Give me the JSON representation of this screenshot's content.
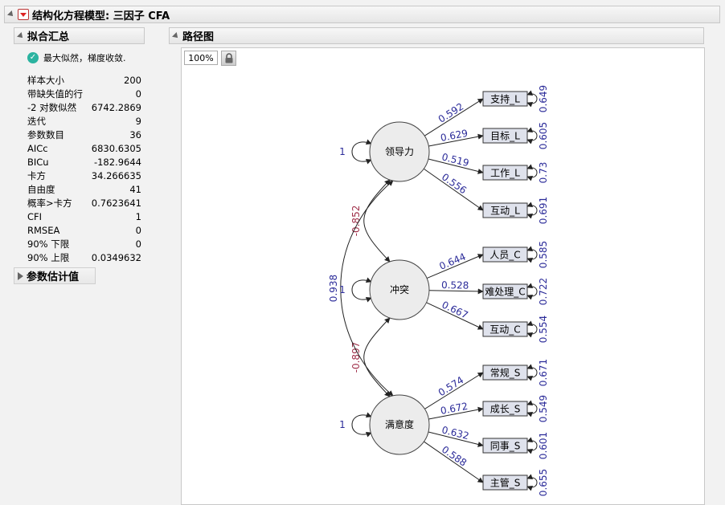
{
  "title": "结构化方程模型: 三因子 CFA",
  "fit_summary": {
    "header": "拟合汇总",
    "status": "最大似然，梯度收敛.",
    "rows": [
      {
        "label": "样本大小",
        "value": "200"
      },
      {
        "label": "带缺失值的行",
        "value": "0"
      },
      {
        "label": "-2 对数似然",
        "value": "6742.2869"
      },
      {
        "label": "迭代",
        "value": "9"
      },
      {
        "label": "参数数目",
        "value": "36"
      },
      {
        "label": "AICc",
        "value": "6830.6305"
      },
      {
        "label": "BICu",
        "value": "-182.9644"
      },
      {
        "label": "卡方",
        "value": "34.266635"
      },
      {
        "label": "自由度",
        "value": "41"
      },
      {
        "label": "概率>卡方",
        "value": "0.7623641"
      },
      {
        "label": "CFI",
        "value": "1"
      },
      {
        "label": "RMSEA",
        "value": "0"
      },
      {
        "label": "90% 下限",
        "value": "0"
      },
      {
        "label": "90% 上限",
        "value": "0.0349632"
      }
    ]
  },
  "param_estimates": {
    "header": "参数估计值"
  },
  "path_diagram": {
    "header": "路径图",
    "zoom": "100%",
    "latents": [
      {
        "name": "领导力",
        "variance": "1"
      },
      {
        "name": "冲突",
        "variance": "1"
      },
      {
        "name": "满意度",
        "variance": "1"
      }
    ],
    "indicators": [
      {
        "name": "支持_L",
        "factor": 0,
        "loading": "0.592",
        "error": "0.649"
      },
      {
        "name": "目标_L",
        "factor": 0,
        "loading": "0.629",
        "error": "0.605"
      },
      {
        "name": "工作_L",
        "factor": 0,
        "loading": "0.519",
        "error": "0.73"
      },
      {
        "name": "互动_L",
        "factor": 0,
        "loading": "0.556",
        "error": "0.691"
      },
      {
        "name": "人员_C",
        "factor": 1,
        "loading": "0.644",
        "error": "0.585"
      },
      {
        "name": "难处理_C",
        "factor": 1,
        "loading": "0.528",
        "error": "0.722"
      },
      {
        "name": "互动_C",
        "factor": 1,
        "loading": "0.667",
        "error": "0.554"
      },
      {
        "name": "常规_S",
        "factor": 2,
        "loading": "0.574",
        "error": "0.671"
      },
      {
        "name": "成长_S",
        "factor": 2,
        "loading": "0.672",
        "error": "0.549"
      },
      {
        "name": "同事_S",
        "factor": 2,
        "loading": "0.632",
        "error": "0.601"
      },
      {
        "name": "主管_S",
        "factor": 2,
        "loading": "0.588",
        "error": "0.655"
      }
    ],
    "covariances": [
      {
        "from": 0,
        "to": 1,
        "value": "-0.852"
      },
      {
        "from": 1,
        "to": 2,
        "value": "-0.897"
      },
      {
        "from": 0,
        "to": 2,
        "value": "0.938"
      }
    ],
    "colors": {
      "estimate": "#2b2b99",
      "negative": "#a0304a",
      "latent_fill": "#ececec",
      "box_fill": "#dfe2ec"
    }
  }
}
